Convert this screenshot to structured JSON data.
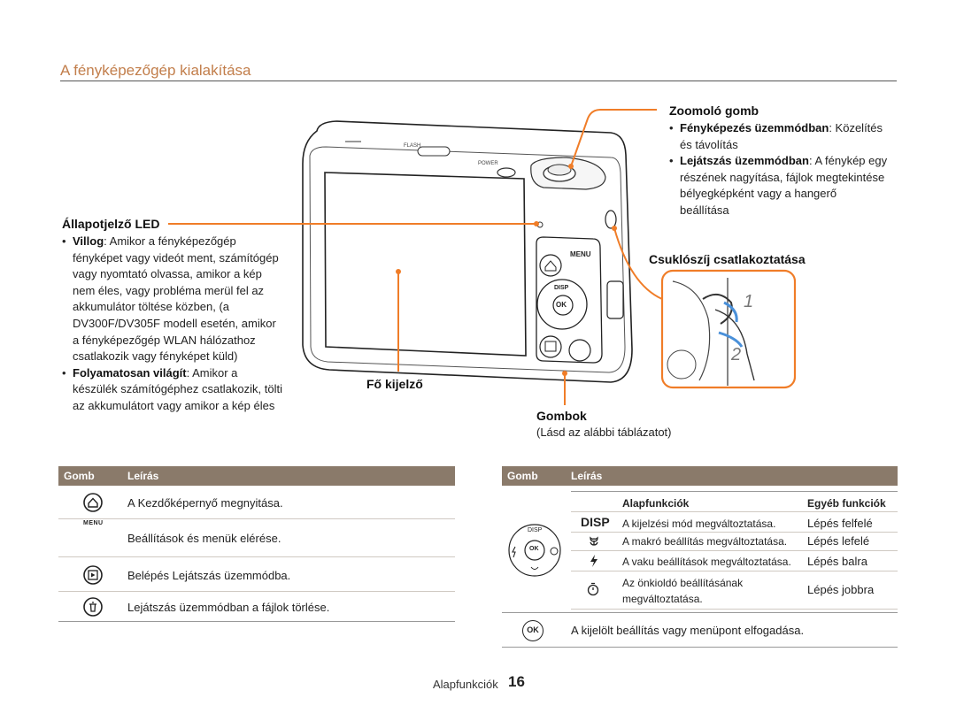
{
  "page": {
    "title": "A fényképezőgép kialakítása",
    "footer_section": "Alapfunkciók",
    "page_number": "16"
  },
  "camera": {
    "top_label_1": "FLASH",
    "top_label_2": "POWER",
    "menu_label": "MENU",
    "disp_label": "DISP",
    "ok_label": "OK"
  },
  "callouts": {
    "status_led": {
      "heading": "Állapotjelző LED",
      "bullets": [
        {
          "term": "Villog",
          "text": ": Amikor a fényképezőgép fényképet vagy videót ment, számítógép vagy nyomtató olvassa, amikor a kép nem éles, vagy probléma merül fel az akkumulátor töltése közben, (a DV300F/DV305F modell esetén, amikor a fényképezőgép WLAN hálózathoz csatlakozik vagy fényképet küld)"
        },
        {
          "term": "Folyamatosan világít",
          "text": ": Amikor a készülék számítógéphez csatlakozik, tölti az akkumulátort vagy amikor a kép éles"
        }
      ]
    },
    "zoom": {
      "heading": "Zoomoló gomb",
      "bullets": [
        {
          "term": "Fényképezés üzemmódban",
          "text": ": Közelítés és távolítás"
        },
        {
          "term": "Lejátszás üzemmódban",
          "text": ": A fénykép egy részének nagyítása, fájlok megtekintése bélyegképként vagy a hangerő beállítása"
        }
      ]
    },
    "strap": {
      "heading": "Csuklószíj csatlakoztatása",
      "step1": "1",
      "step2": "2"
    },
    "main_display": {
      "heading": "Fő kijelző"
    },
    "buttons": {
      "heading": "Gombok",
      "text": "(Lásd az alábbi táblázatot)"
    }
  },
  "left_table": {
    "headers": [
      "Gomb",
      "Leírás"
    ],
    "rows": [
      {
        "icon": "home-icon",
        "desc": "A Kezdőképernyő megnyitása."
      },
      {
        "icon": "menu-icon",
        "icon_label": "MENU",
        "desc": "Beállítások és menük elérése."
      },
      {
        "icon": "playback-icon",
        "desc": "Belépés Lejátszás üzemmódba."
      },
      {
        "icon": "delete-icon",
        "desc": "Lejátszás üzemmódban a fájlok törlése."
      }
    ]
  },
  "right_table": {
    "headers": [
      "Gomb",
      "Leírás"
    ],
    "sub_headers": [
      "Alapfunkciók",
      "Egyéb funkciók"
    ],
    "dial": {
      "disp": "DISP",
      "ok": "OK"
    },
    "rows": [
      {
        "icon": "disp-icon",
        "icon_label": "DISP",
        "basic": "A kijelzési mód megváltoztatása.",
        "other": "Lépés felfelé"
      },
      {
        "icon": "macro-icon",
        "basic": "A makró beállítás megváltoztatása.",
        "other": "Lépés lefelé"
      },
      {
        "icon": "flash-icon",
        "basic": "A vaku beállítások megváltoztatása.",
        "other": "Lépés balra"
      },
      {
        "icon": "timer-icon",
        "basic": "Az önkioldó beállításának megváltoztatása.",
        "other": "Lépés jobbra"
      }
    ],
    "ok_row": {
      "icon_label": "OK",
      "desc": "A kijelölt beállítás vagy menüpont elfogadása."
    }
  },
  "colors": {
    "accent": "#f07d28",
    "title": "#c27e4b",
    "table_header": "#8a7a6a"
  }
}
